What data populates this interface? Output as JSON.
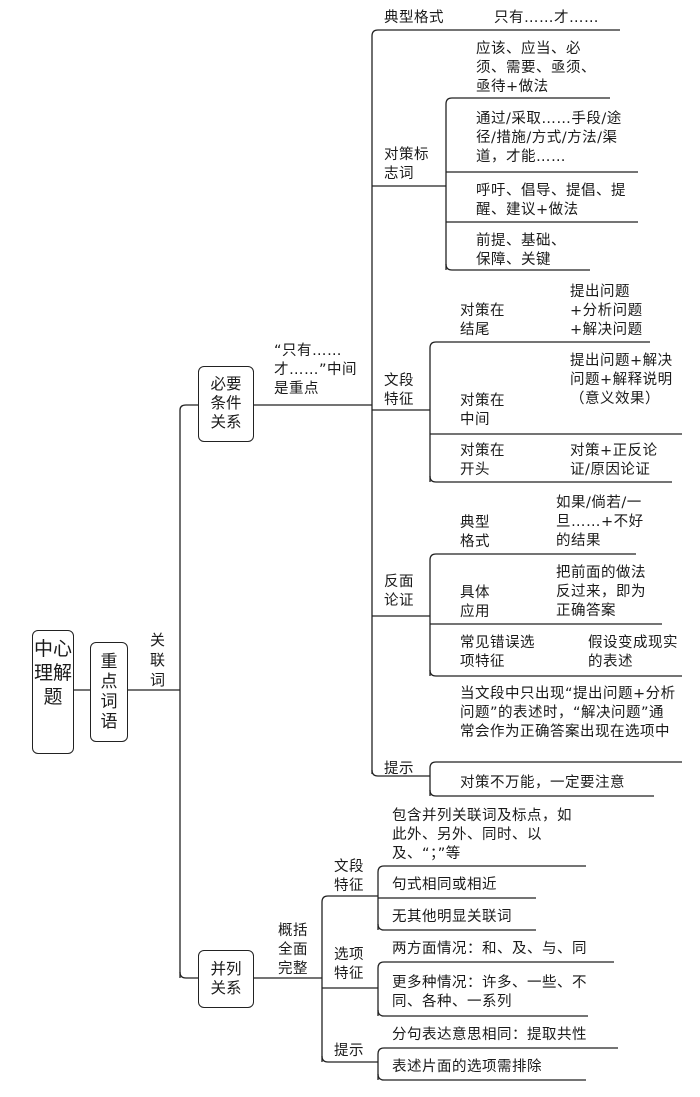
{
  "root": {
    "title": "中心理解题"
  },
  "level1": {
    "label": "重点词语",
    "connector": "关联词"
  },
  "necessary": {
    "label": "必要条件关系",
    "note": "“只有……才……”中间是重点",
    "typical": {
      "label": "典型格式",
      "value": "只有……才……"
    },
    "markers": {
      "label": "对策标志词",
      "items": [
        "应该、应当、必须、需要、亟须、亟待+做法",
        "通过/采取……手段/途径/措施/方式/方法/渠道，才能……",
        "呼吁、倡导、提倡、提醒、建议+做法",
        "前提、基础、保障、关键"
      ]
    },
    "features": {
      "label": "文段特征",
      "items": [
        {
          "position": "对策在结尾",
          "desc": "提出问题+分析问题+解决问题"
        },
        {
          "position": "对策在中间",
          "desc": "提出问题+解决问题+解释说明（意义效果）"
        },
        {
          "position": "对策在开头",
          "desc": "对策+正反论证/原因论证"
        }
      ]
    },
    "reverse": {
      "label": "反面论证",
      "items": [
        {
          "name": "典型格式",
          "desc": "如果/倘若/一旦……+不好的结果"
        },
        {
          "name": "具体应用",
          "desc": "把前面的做法反过来，即为正确答案"
        },
        {
          "name": "常见错误选项特征",
          "desc": "假设变成现实的表述"
        }
      ]
    },
    "tips": {
      "label": "提示",
      "items": [
        "当文段中只出现“提出问题+分析问题”的表述时，“解决问题”通常会作为正确答案出现在选项中",
        "对策不万能，一定要注意"
      ]
    }
  },
  "parallel": {
    "label": "并列关系",
    "note": "概括全面完整",
    "features": {
      "label": "文段特征",
      "items": [
        "包含并列关联词及标点，如此外、另外、同时、以及、“；”等",
        "句式相同或相近",
        "无其他明显关联词"
      ]
    },
    "options": {
      "label": "选项特征",
      "items": [
        "两方面情况：和、及、与、同",
        "更多种情况：许多、一些、不同、各种、一系列"
      ]
    },
    "tips": {
      "label": "提示",
      "items": [
        "分句表达意思相同：提取共性",
        "表述片面的选项需排除"
      ]
    }
  }
}
